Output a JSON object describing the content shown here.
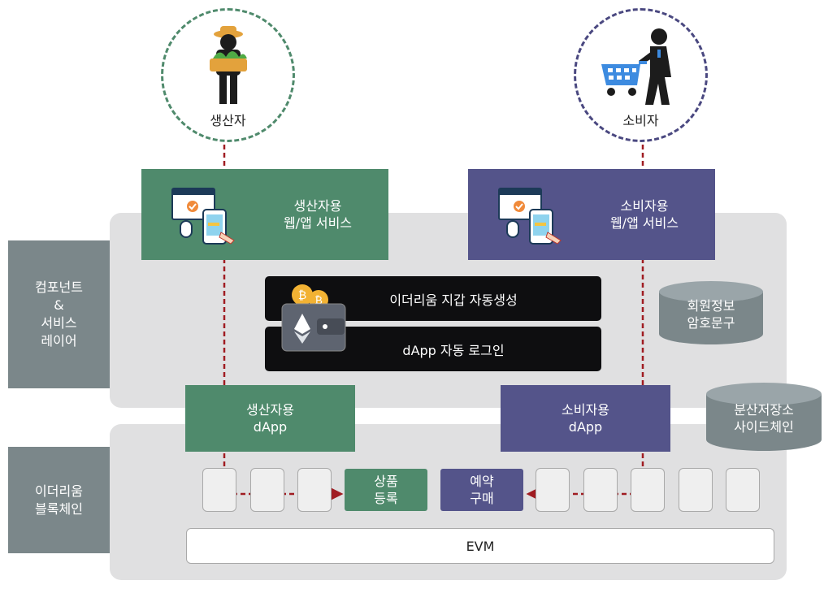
{
  "actors": {
    "producer": "생산자",
    "consumer": "소비자"
  },
  "layers": {
    "service_layer": [
      "컴포넌트",
      "&",
      "서비스",
      "레이어"
    ],
    "blockchain_layer": [
      "이더리움",
      "블록체인"
    ]
  },
  "services": {
    "producer_web": [
      "생산자용",
      "웹/앱 서비스"
    ],
    "consumer_web": [
      "소비자용",
      "웹/앱 서비스"
    ]
  },
  "wallet": {
    "create": "이더리움 지갑 자동생성",
    "login": "dApp 자동 로그인"
  },
  "storage": {
    "encryption": [
      "회원정보",
      "암호문구"
    ],
    "sidechain": [
      "분산저장소",
      "사이드체인"
    ]
  },
  "dapps": {
    "producer": [
      "생산자용",
      "dApp"
    ],
    "consumer": [
      "소비자용",
      "dApp"
    ]
  },
  "blocks": {
    "register": [
      "상품",
      "등록"
    ],
    "purchase": [
      "예약",
      "구매"
    ]
  },
  "evm": "EVM",
  "colors": {
    "green": "#4f8a6c",
    "purple": "#54548a",
    "layer_bg": "#e0e0e1",
    "side_label": "#7b878a",
    "arrow": "#a01c22"
  }
}
